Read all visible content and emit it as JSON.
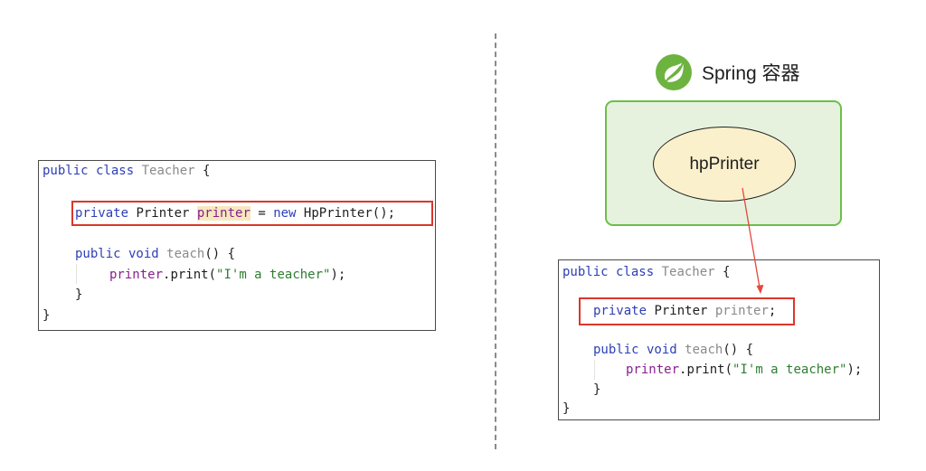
{
  "colors": {
    "keyword": "#2d3fb5",
    "field": "#871f8f",
    "string": "#2e7d32",
    "class_name": "#8a8a8a",
    "highlight": "#f6e7bd",
    "red_box": "#d9372b",
    "container_fill": "#e6f2de",
    "container_border": "#6cbf4a",
    "bean_fill": "#fbf0cc",
    "spring_green": "#6db33f",
    "arrow": "#e5473c"
  },
  "left_code": {
    "line1": {
      "kw": "public class",
      "cls": "Teacher",
      "rest": " {"
    },
    "line2": {
      "kw": "private",
      "type": " Printer ",
      "field": "printer",
      "eq": " = ",
      "kw2": "new",
      "rest": " HpPrinter();"
    },
    "line3": {
      "kw": "public void",
      "cls": "teach",
      "rest": "() {"
    },
    "line4": {
      "field": "printer",
      "call": ".print(",
      "str": "\"I'm a teacher\"",
      "rest": ");"
    },
    "line5": "}",
    "line6": "}"
  },
  "spring": {
    "icon": "spring-leaf-icon",
    "title": "Spring 容器",
    "bean_name": "hpPrinter"
  },
  "right_code": {
    "line1": {
      "kw": "public class",
      "cls": "Teacher",
      "rest": " {"
    },
    "line2": {
      "kw": "private",
      "type": " Printer ",
      "field": "printer",
      "rest": ";"
    },
    "line3": {
      "kw": "public void",
      "cls": "teach",
      "rest": "() {"
    },
    "line4": {
      "field": "printer",
      "call": ".print(",
      "str": "\"I'm a teacher\"",
      "rest": ");"
    },
    "line5": "}",
    "line6": "}"
  }
}
